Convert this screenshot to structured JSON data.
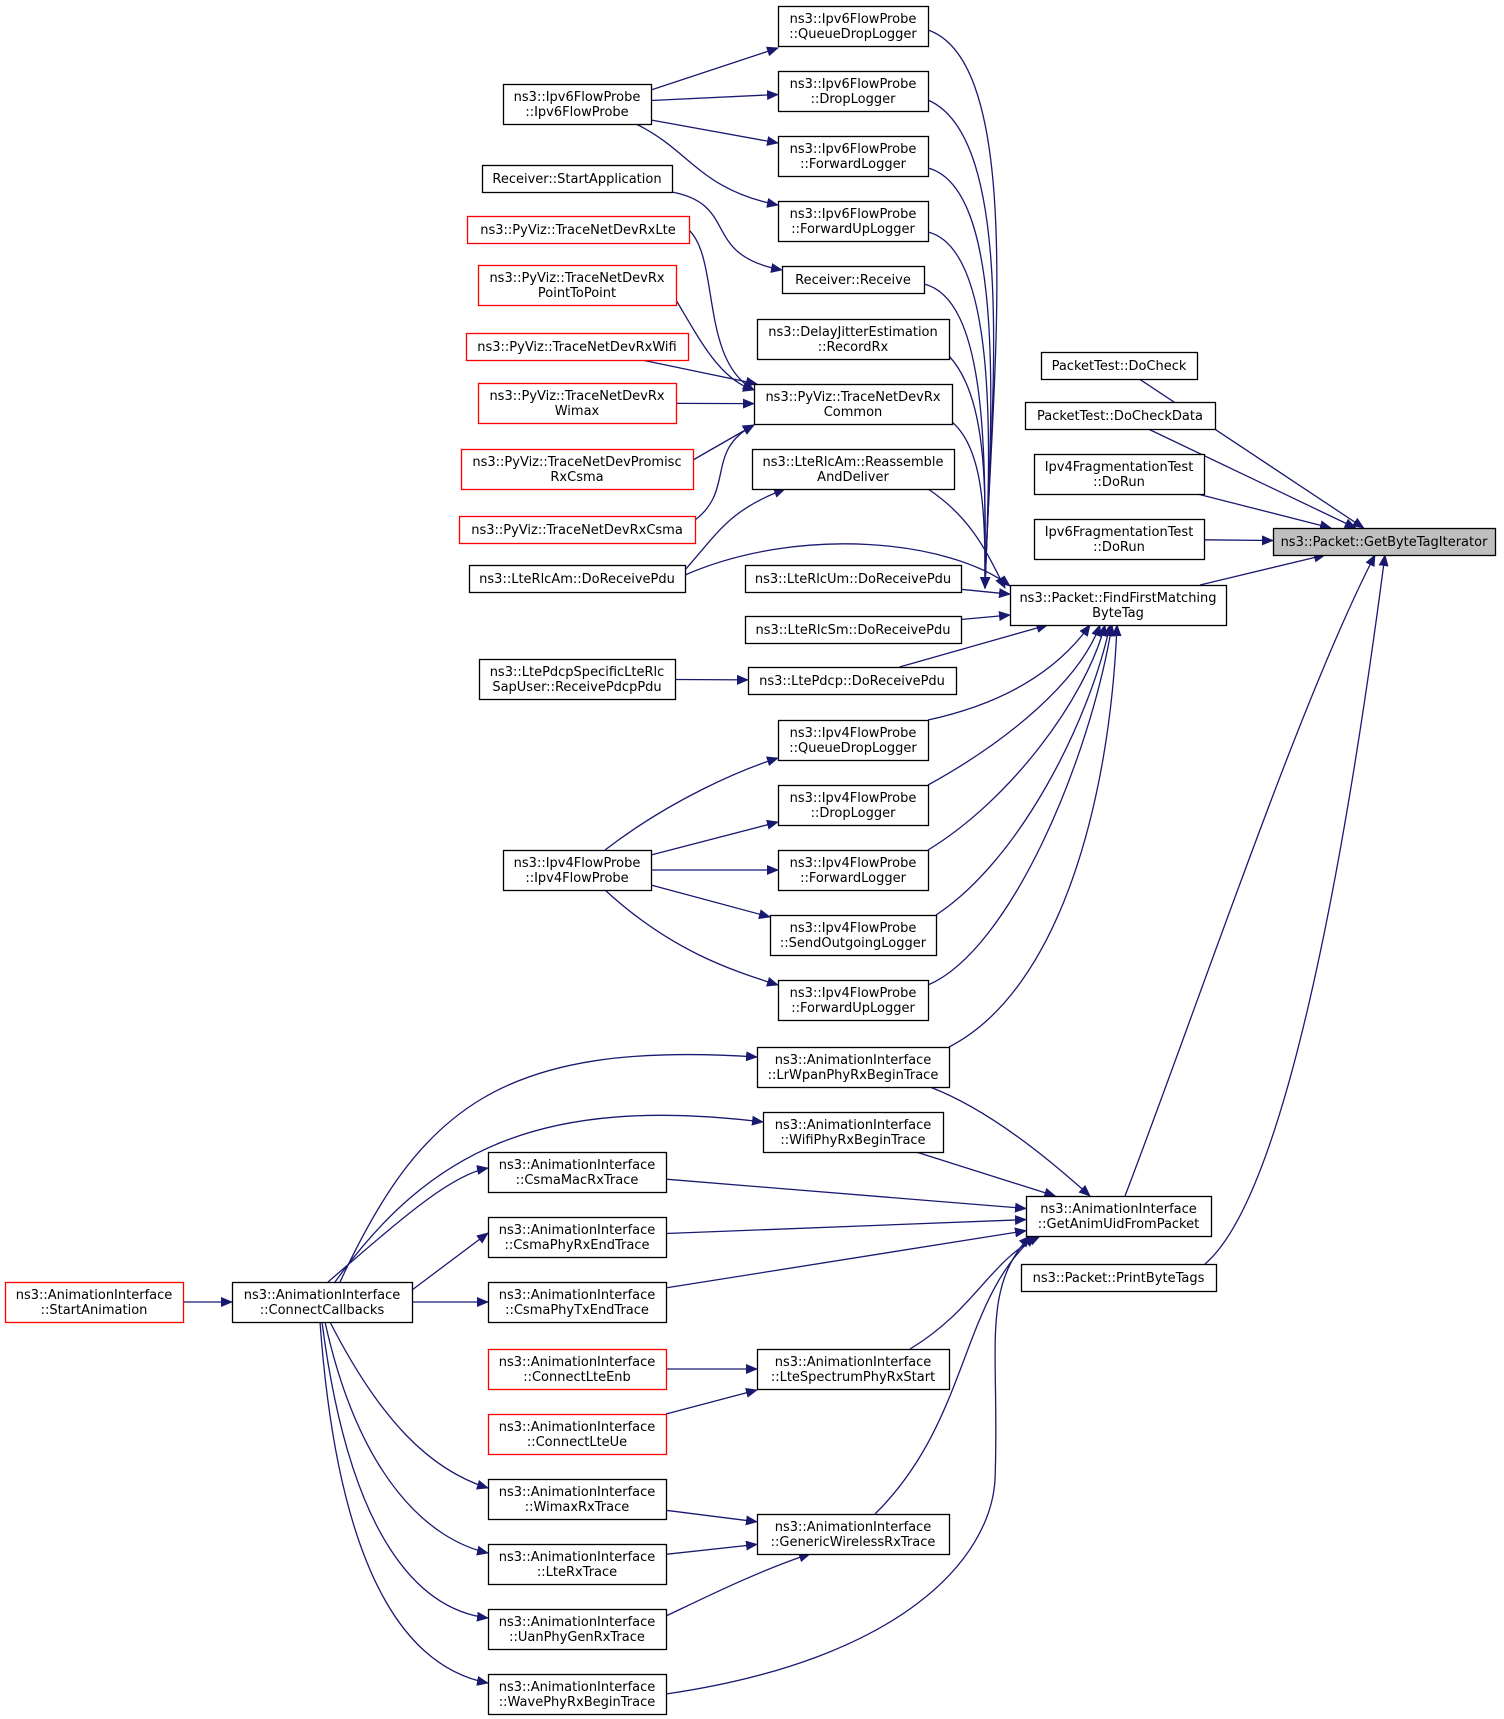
{
  "graph": {
    "title": "",
    "colors": {
      "edge": "#191970",
      "node_border": "#000000",
      "node_border_truncated": "#ff0000",
      "node_fill": "#ffffff",
      "focus_fill": "#bfbfbf"
    },
    "nodes": [
      {
        "id": "target",
        "lines": [
          "ns3::Packet::GetByteTagIterator"
        ],
        "style": "focus"
      },
      {
        "id": "ffmbt",
        "lines": [
          "ns3::Packet::FindFirstMatching",
          "ByteTag"
        ],
        "style": "normal"
      },
      {
        "id": "getanim",
        "lines": [
          "ns3::AnimationInterface",
          "::GetAnimUidFromPacket"
        ],
        "style": "normal"
      },
      {
        "id": "printbt",
        "lines": [
          "ns3::Packet::PrintByteTags"
        ],
        "style": "normal"
      },
      {
        "id": "pt_docheck",
        "lines": [
          "PacketTest::DoCheck"
        ],
        "style": "normal"
      },
      {
        "id": "pt_docheckdata",
        "lines": [
          "PacketTest::DoCheckData"
        ],
        "style": "normal"
      },
      {
        "id": "ipv4frag",
        "lines": [
          "Ipv4FragmentationTest",
          "::DoRun"
        ],
        "style": "normal"
      },
      {
        "id": "ipv6frag",
        "lines": [
          "Ipv6FragmentationTest",
          "::DoRun"
        ],
        "style": "normal"
      },
      {
        "id": "v6_qdl",
        "lines": [
          "ns3::Ipv6FlowProbe",
          "::QueueDropLogger"
        ],
        "style": "normal"
      },
      {
        "id": "v6_dl",
        "lines": [
          "ns3::Ipv6FlowProbe",
          "::DropLogger"
        ],
        "style": "normal"
      },
      {
        "id": "v6_fl",
        "lines": [
          "ns3::Ipv6FlowProbe",
          "::ForwardLogger"
        ],
        "style": "normal"
      },
      {
        "id": "v6_ful",
        "lines": [
          "ns3::Ipv6FlowProbe",
          "::ForwardUpLogger"
        ],
        "style": "normal"
      },
      {
        "id": "recv_recv",
        "lines": [
          "Receiver::Receive"
        ],
        "style": "normal"
      },
      {
        "id": "delayjit",
        "lines": [
          "ns3::DelayJitterEstimation",
          "::RecordRx"
        ],
        "style": "normal"
      },
      {
        "id": "tndrx_common",
        "lines": [
          "ns3::PyViz::TraceNetDevRx",
          "Common"
        ],
        "style": "normal"
      },
      {
        "id": "lterlcam_reasm",
        "lines": [
          "ns3::LteRlcAm::Reassemble",
          "AndDeliver"
        ],
        "style": "normal"
      },
      {
        "id": "lterlcum",
        "lines": [
          "ns3::LteRlcUm::DoReceivePdu"
        ],
        "style": "normal"
      },
      {
        "id": "lterlcsm",
        "lines": [
          "ns3::LteRlcSm::DoReceivePdu"
        ],
        "style": "normal"
      },
      {
        "id": "ltepdcp",
        "lines": [
          "ns3::LtePdcp::DoReceivePdu"
        ],
        "style": "normal"
      },
      {
        "id": "v4_qdl",
        "lines": [
          "ns3::Ipv4FlowProbe",
          "::QueueDropLogger"
        ],
        "style": "normal"
      },
      {
        "id": "v4_dl",
        "lines": [
          "ns3::Ipv4FlowProbe",
          "::DropLogger"
        ],
        "style": "normal"
      },
      {
        "id": "v4_fl",
        "lines": [
          "ns3::Ipv4FlowProbe",
          "::ForwardLogger"
        ],
        "style": "normal"
      },
      {
        "id": "v4_sol",
        "lines": [
          "ns3::Ipv4FlowProbe",
          "::SendOutgoingLogger"
        ],
        "style": "normal"
      },
      {
        "id": "v4_ful",
        "lines": [
          "ns3::Ipv4FlowProbe",
          "::ForwardUpLogger"
        ],
        "style": "normal"
      },
      {
        "id": "lrwpan",
        "lines": [
          "ns3::AnimationInterface",
          "::LrWpanPhyRxBeginTrace"
        ],
        "style": "normal"
      },
      {
        "id": "wifiphy",
        "lines": [
          "ns3::AnimationInterface",
          "::WifiPhyRxBeginTrace"
        ],
        "style": "normal"
      },
      {
        "id": "ltespec",
        "lines": [
          "ns3::AnimationInterface",
          "::LteSpectrumPhyRxStart"
        ],
        "style": "normal"
      },
      {
        "id": "genwireless",
        "lines": [
          "ns3::AnimationInterface",
          "::GenericWirelessRxTrace"
        ],
        "style": "normal"
      },
      {
        "id": "v6_ctor",
        "lines": [
          "ns3::Ipv6FlowProbe",
          "::Ipv6FlowProbe"
        ],
        "style": "normal"
      },
      {
        "id": "recv_start",
        "lines": [
          "Receiver::StartApplication"
        ],
        "style": "normal"
      },
      {
        "id": "tndrx_lte",
        "lines": [
          "ns3::PyViz::TraceNetDevRxLte"
        ],
        "style": "truncated"
      },
      {
        "id": "tndrx_p2p",
        "lines": [
          "ns3::PyViz::TraceNetDevRx",
          "PointToPoint"
        ],
        "style": "truncated"
      },
      {
        "id": "tndrx_wifi",
        "lines": [
          "ns3::PyViz::TraceNetDevRxWifi"
        ],
        "style": "truncated"
      },
      {
        "id": "tndrx_wimax",
        "lines": [
          "ns3::PyViz::TraceNetDevRx",
          "Wimax"
        ],
        "style": "truncated"
      },
      {
        "id": "tndpromisc",
        "lines": [
          "ns3::PyViz::TraceNetDevPromisc",
          "RxCsma"
        ],
        "style": "truncated"
      },
      {
        "id": "tndrx_csma",
        "lines": [
          "ns3::PyViz::TraceNetDevRxCsma"
        ],
        "style": "truncated"
      },
      {
        "id": "lterlcam_drp",
        "lines": [
          "ns3::LteRlcAm::DoReceivePdu"
        ],
        "style": "normal"
      },
      {
        "id": "ltepdcpsap",
        "lines": [
          "ns3::LtePdcpSpecificLteRlc",
          "SapUser::ReceivePdcpPdu"
        ],
        "style": "normal"
      },
      {
        "id": "v4_ctor",
        "lines": [
          "ns3::Ipv4FlowProbe",
          "::Ipv4FlowProbe"
        ],
        "style": "normal"
      },
      {
        "id": "csmamacrx",
        "lines": [
          "ns3::AnimationInterface",
          "::CsmaMacRxTrace"
        ],
        "style": "normal"
      },
      {
        "id": "csmaphyrxend",
        "lines": [
          "ns3::AnimationInterface",
          "::CsmaPhyRxEndTrace"
        ],
        "style": "normal"
      },
      {
        "id": "csmaphytxend",
        "lines": [
          "ns3::AnimationInterface",
          "::CsmaPhyTxEndTrace"
        ],
        "style": "normal"
      },
      {
        "id": "connectlteenb",
        "lines": [
          "ns3::AnimationInterface",
          "::ConnectLteEnb"
        ],
        "style": "truncated"
      },
      {
        "id": "connectlteue",
        "lines": [
          "ns3::AnimationInterface",
          "::ConnectLteUe"
        ],
        "style": "truncated"
      },
      {
        "id": "wimaxrx",
        "lines": [
          "ns3::AnimationInterface",
          "::WimaxRxTrace"
        ],
        "style": "normal"
      },
      {
        "id": "lterx",
        "lines": [
          "ns3::AnimationInterface",
          "::LteRxTrace"
        ],
        "style": "normal"
      },
      {
        "id": "uanphy",
        "lines": [
          "ns3::AnimationInterface",
          "::UanPhyGenRxTrace"
        ],
        "style": "normal"
      },
      {
        "id": "wavephy",
        "lines": [
          "ns3::AnimationInterface",
          "::WavePhyRxBeginTrace"
        ],
        "style": "normal"
      },
      {
        "id": "connectcb",
        "lines": [
          "ns3::AnimationInterface",
          "::ConnectCallbacks"
        ],
        "style": "normal"
      },
      {
        "id": "startanim",
        "lines": [
          "ns3::AnimationInterface",
          "::StartAnimation"
        ],
        "style": "truncated"
      }
    ],
    "edges": [
      [
        "pt_docheck",
        "target"
      ],
      [
        "pt_docheckdata",
        "target"
      ],
      [
        "ipv4frag",
        "target"
      ],
      [
        "ipv6frag",
        "target"
      ],
      [
        "ffmbt",
        "target"
      ],
      [
        "getanim",
        "target"
      ],
      [
        "printbt",
        "target"
      ],
      [
        "v6_qdl",
        "ffmbt"
      ],
      [
        "v6_dl",
        "ffmbt"
      ],
      [
        "v6_fl",
        "ffmbt"
      ],
      [
        "v6_ful",
        "ffmbt"
      ],
      [
        "recv_recv",
        "ffmbt"
      ],
      [
        "delayjit",
        "ffmbt"
      ],
      [
        "tndrx_common",
        "ffmbt"
      ],
      [
        "lterlcam_reasm",
        "ffmbt"
      ],
      [
        "lterlcam_drp",
        "ffmbt"
      ],
      [
        "lterlcum",
        "ffmbt"
      ],
      [
        "lterlcsm",
        "ffmbt"
      ],
      [
        "ltepdcp",
        "ffmbt"
      ],
      [
        "v4_qdl",
        "ffmbt"
      ],
      [
        "v4_dl",
        "ffmbt"
      ],
      [
        "v4_fl",
        "ffmbt"
      ],
      [
        "v4_sol",
        "ffmbt"
      ],
      [
        "v4_ful",
        "ffmbt"
      ],
      [
        "lrwpan",
        "ffmbt"
      ],
      [
        "lrwpan",
        "getanim"
      ],
      [
        "wifiphy",
        "getanim"
      ],
      [
        "csmamacrx",
        "getanim"
      ],
      [
        "csmaphyrxend",
        "getanim"
      ],
      [
        "csmaphytxend",
        "getanim"
      ],
      [
        "ltespec",
        "getanim"
      ],
      [
        "genwireless",
        "getanim"
      ],
      [
        "wavephy",
        "getanim"
      ],
      [
        "v6_ctor",
        "v6_qdl"
      ],
      [
        "v6_ctor",
        "v6_dl"
      ],
      [
        "v6_ctor",
        "v6_fl"
      ],
      [
        "v6_ctor",
        "v6_ful"
      ],
      [
        "recv_start",
        "recv_recv"
      ],
      [
        "tndrx_lte",
        "tndrx_common"
      ],
      [
        "tndrx_p2p",
        "tndrx_common"
      ],
      [
        "tndrx_wifi",
        "tndrx_common"
      ],
      [
        "tndrx_wimax",
        "tndrx_common"
      ],
      [
        "tndpromisc",
        "tndrx_common"
      ],
      [
        "tndrx_csma",
        "tndrx_common"
      ],
      [
        "lterlcam_drp",
        "lterlcam_reasm"
      ],
      [
        "ltepdcpsap",
        "ltepdcp"
      ],
      [
        "v4_ctor",
        "v4_qdl"
      ],
      [
        "v4_ctor",
        "v4_dl"
      ],
      [
        "v4_ctor",
        "v4_fl"
      ],
      [
        "v4_ctor",
        "v4_sol"
      ],
      [
        "v4_ctor",
        "v4_ful"
      ],
      [
        "connectcb",
        "lrwpan"
      ],
      [
        "connectcb",
        "wifiphy"
      ],
      [
        "connectcb",
        "csmamacrx"
      ],
      [
        "connectcb",
        "csmaphyrxend"
      ],
      [
        "connectcb",
        "csmaphytxend"
      ],
      [
        "connectcb",
        "wimaxrx"
      ],
      [
        "connectcb",
        "lterx"
      ],
      [
        "connectcb",
        "uanphy"
      ],
      [
        "connectcb",
        "wavephy"
      ],
      [
        "connectlteenb",
        "ltespec"
      ],
      [
        "connectlteue",
        "ltespec"
      ],
      [
        "wimaxrx",
        "genwireless"
      ],
      [
        "lterx",
        "genwireless"
      ],
      [
        "uanphy",
        "genwireless"
      ],
      [
        "startanim",
        "connectcb"
      ]
    ]
  }
}
